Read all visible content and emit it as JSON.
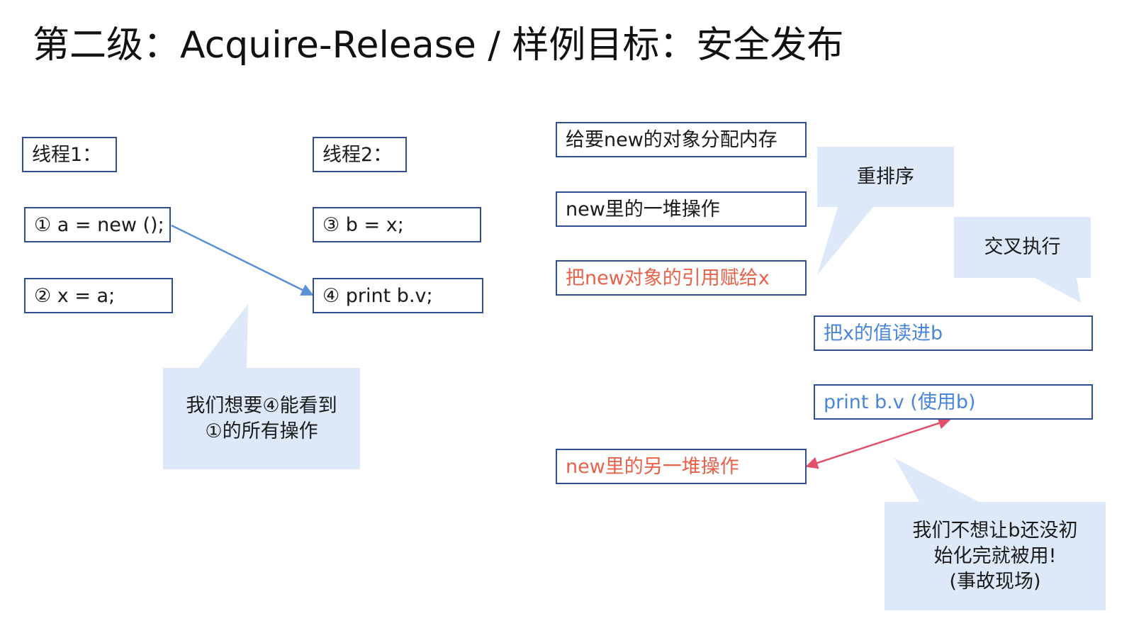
{
  "title": "第二级：Acquire-Release / 样例目标：安全发布",
  "thread1": {
    "label": "线程1：",
    "step1": "① a = new ();",
    "step2": "② x = a;"
  },
  "thread2": {
    "label": "线程2：",
    "step3": "③ b = x;",
    "step4": "④ print b.v;"
  },
  "sequence": {
    "alloc": "给要new的对象分配内存",
    "ops": "new里的一堆操作",
    "assign": "把new对象的引用赋给x",
    "read": "把x的值读进b",
    "print": "print b.v (使用b)",
    "other_ops": "new里的另一堆操作"
  },
  "callouts": {
    "visibility": "我们想要④能看到\n①的所有操作",
    "reorder": "重排序",
    "interleave": "交叉执行",
    "incident": "我们不想让b还没初\n始化完就被用!\n(事故现场)"
  },
  "colors": {
    "box_border": "#2f4f8f",
    "callout_fill": "#dde9f8",
    "arrow_blue": "#5b8fd8",
    "arrow_red": "#e0506a",
    "text_red": "#e8624a",
    "text_blue": "#4a86d8"
  }
}
